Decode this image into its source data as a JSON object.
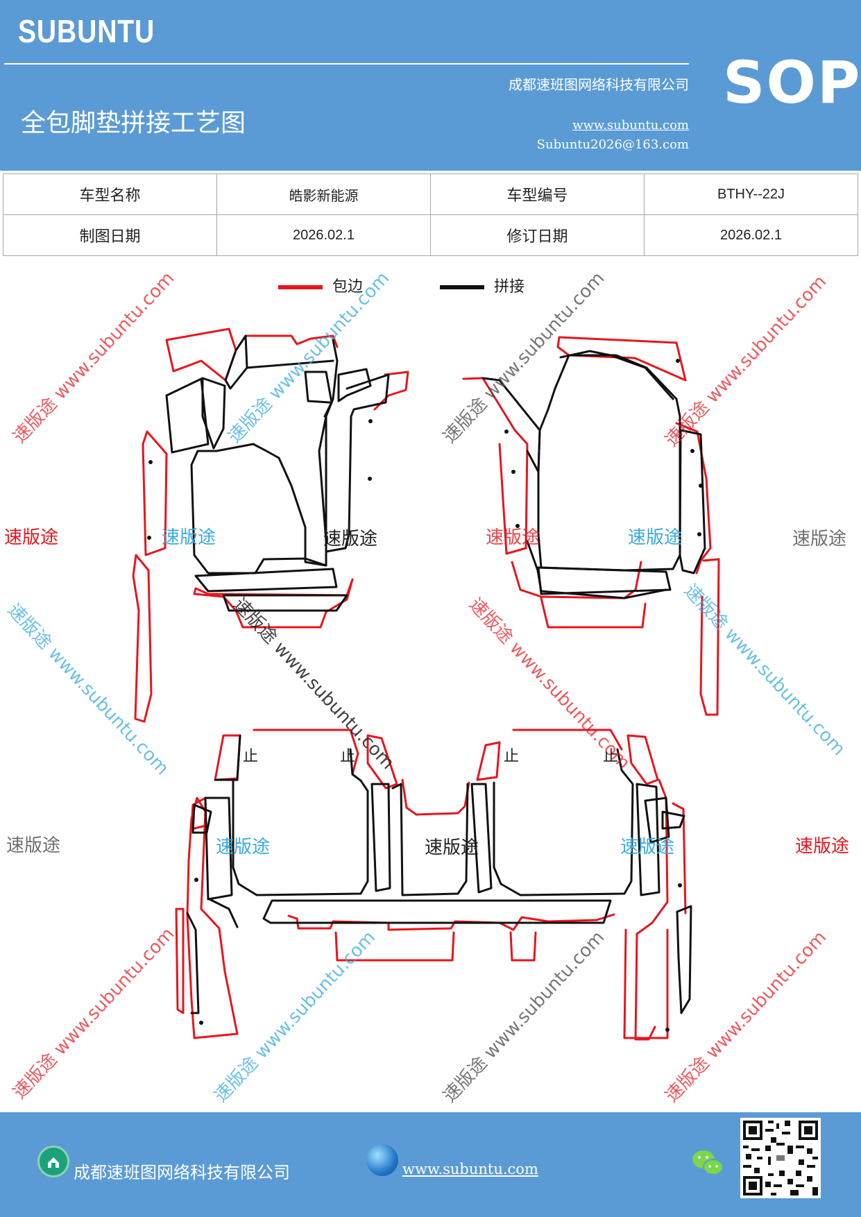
{
  "header": {
    "brand": "SUBUNTU",
    "company": "成都速班图网络科技有限公司",
    "doc_title": "全包脚垫拼接工艺图",
    "url": "www.subuntu.com",
    "email": "Subuntu2026@163.com",
    "tag": "SOP"
  },
  "info_table": {
    "rows": [
      [
        "车型名称",
        "皓影新能源",
        "车型编号",
        "BTHY--22J"
      ],
      [
        "制图日期",
        "2026.02.1",
        "修订日期",
        "2026.02.1"
      ]
    ]
  },
  "legend": {
    "edge_label": "包边",
    "edge_color": "#e8141b",
    "join_label": "拼接",
    "join_color": "#111111"
  },
  "watermarks": {
    "brand": "速版途",
    "site": "www.subuntu.com",
    "stamp": "止"
  },
  "footer": {
    "company": "成都速班图网络科技有限公司",
    "url": "www.subuntu.com",
    "icons": [
      "home-icon",
      "globe-icon",
      "wechat-icon",
      "qr-code"
    ]
  },
  "colors": {
    "header_bg": "#5b9bd5",
    "red": "#e8141b",
    "blue": "#3aaae0",
    "gray": "#6e6e6e"
  }
}
